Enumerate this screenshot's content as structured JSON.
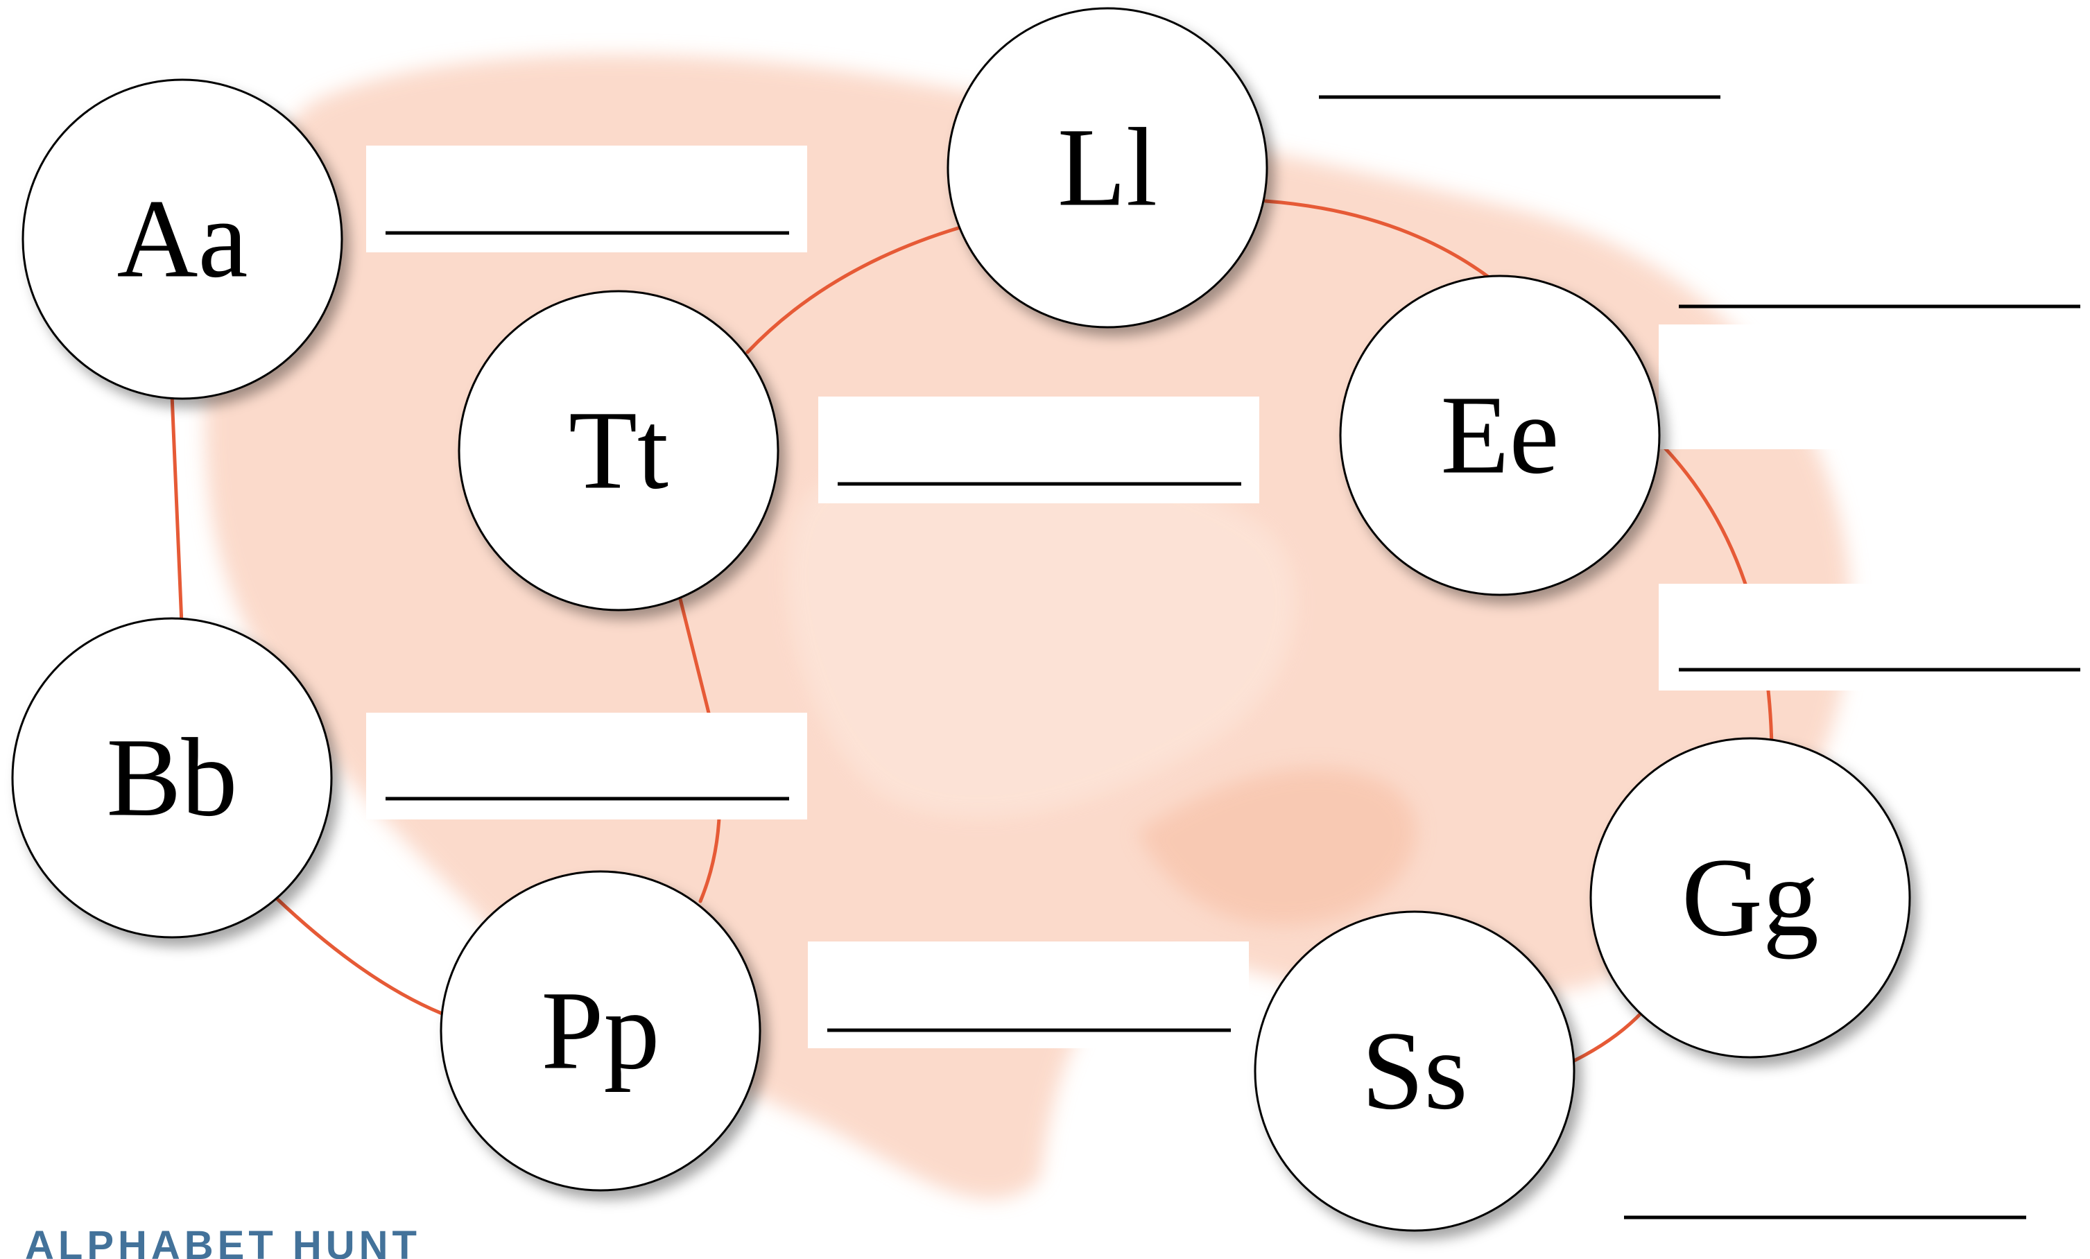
{
  "worksheet": {
    "title": "ALPHABET HUNT",
    "letters": [
      {
        "id": "a",
        "text": "Aa"
      },
      {
        "id": "l",
        "text": "Ll"
      },
      {
        "id": "t",
        "text": "Tt"
      },
      {
        "id": "e",
        "text": "Ee"
      },
      {
        "id": "b",
        "text": "Bb"
      },
      {
        "id": "p",
        "text": "Pp"
      },
      {
        "id": "g",
        "text": "Gg"
      },
      {
        "id": "s",
        "text": "Ss"
      }
    ],
    "answer_blanks": 8
  },
  "colors": {
    "title": "#43729a",
    "connector": "#e65a36",
    "background_shape": "#fbd4c2",
    "circle_fill": "#ffffff",
    "circle_stroke": "#000000",
    "blank_line": "#000000"
  }
}
